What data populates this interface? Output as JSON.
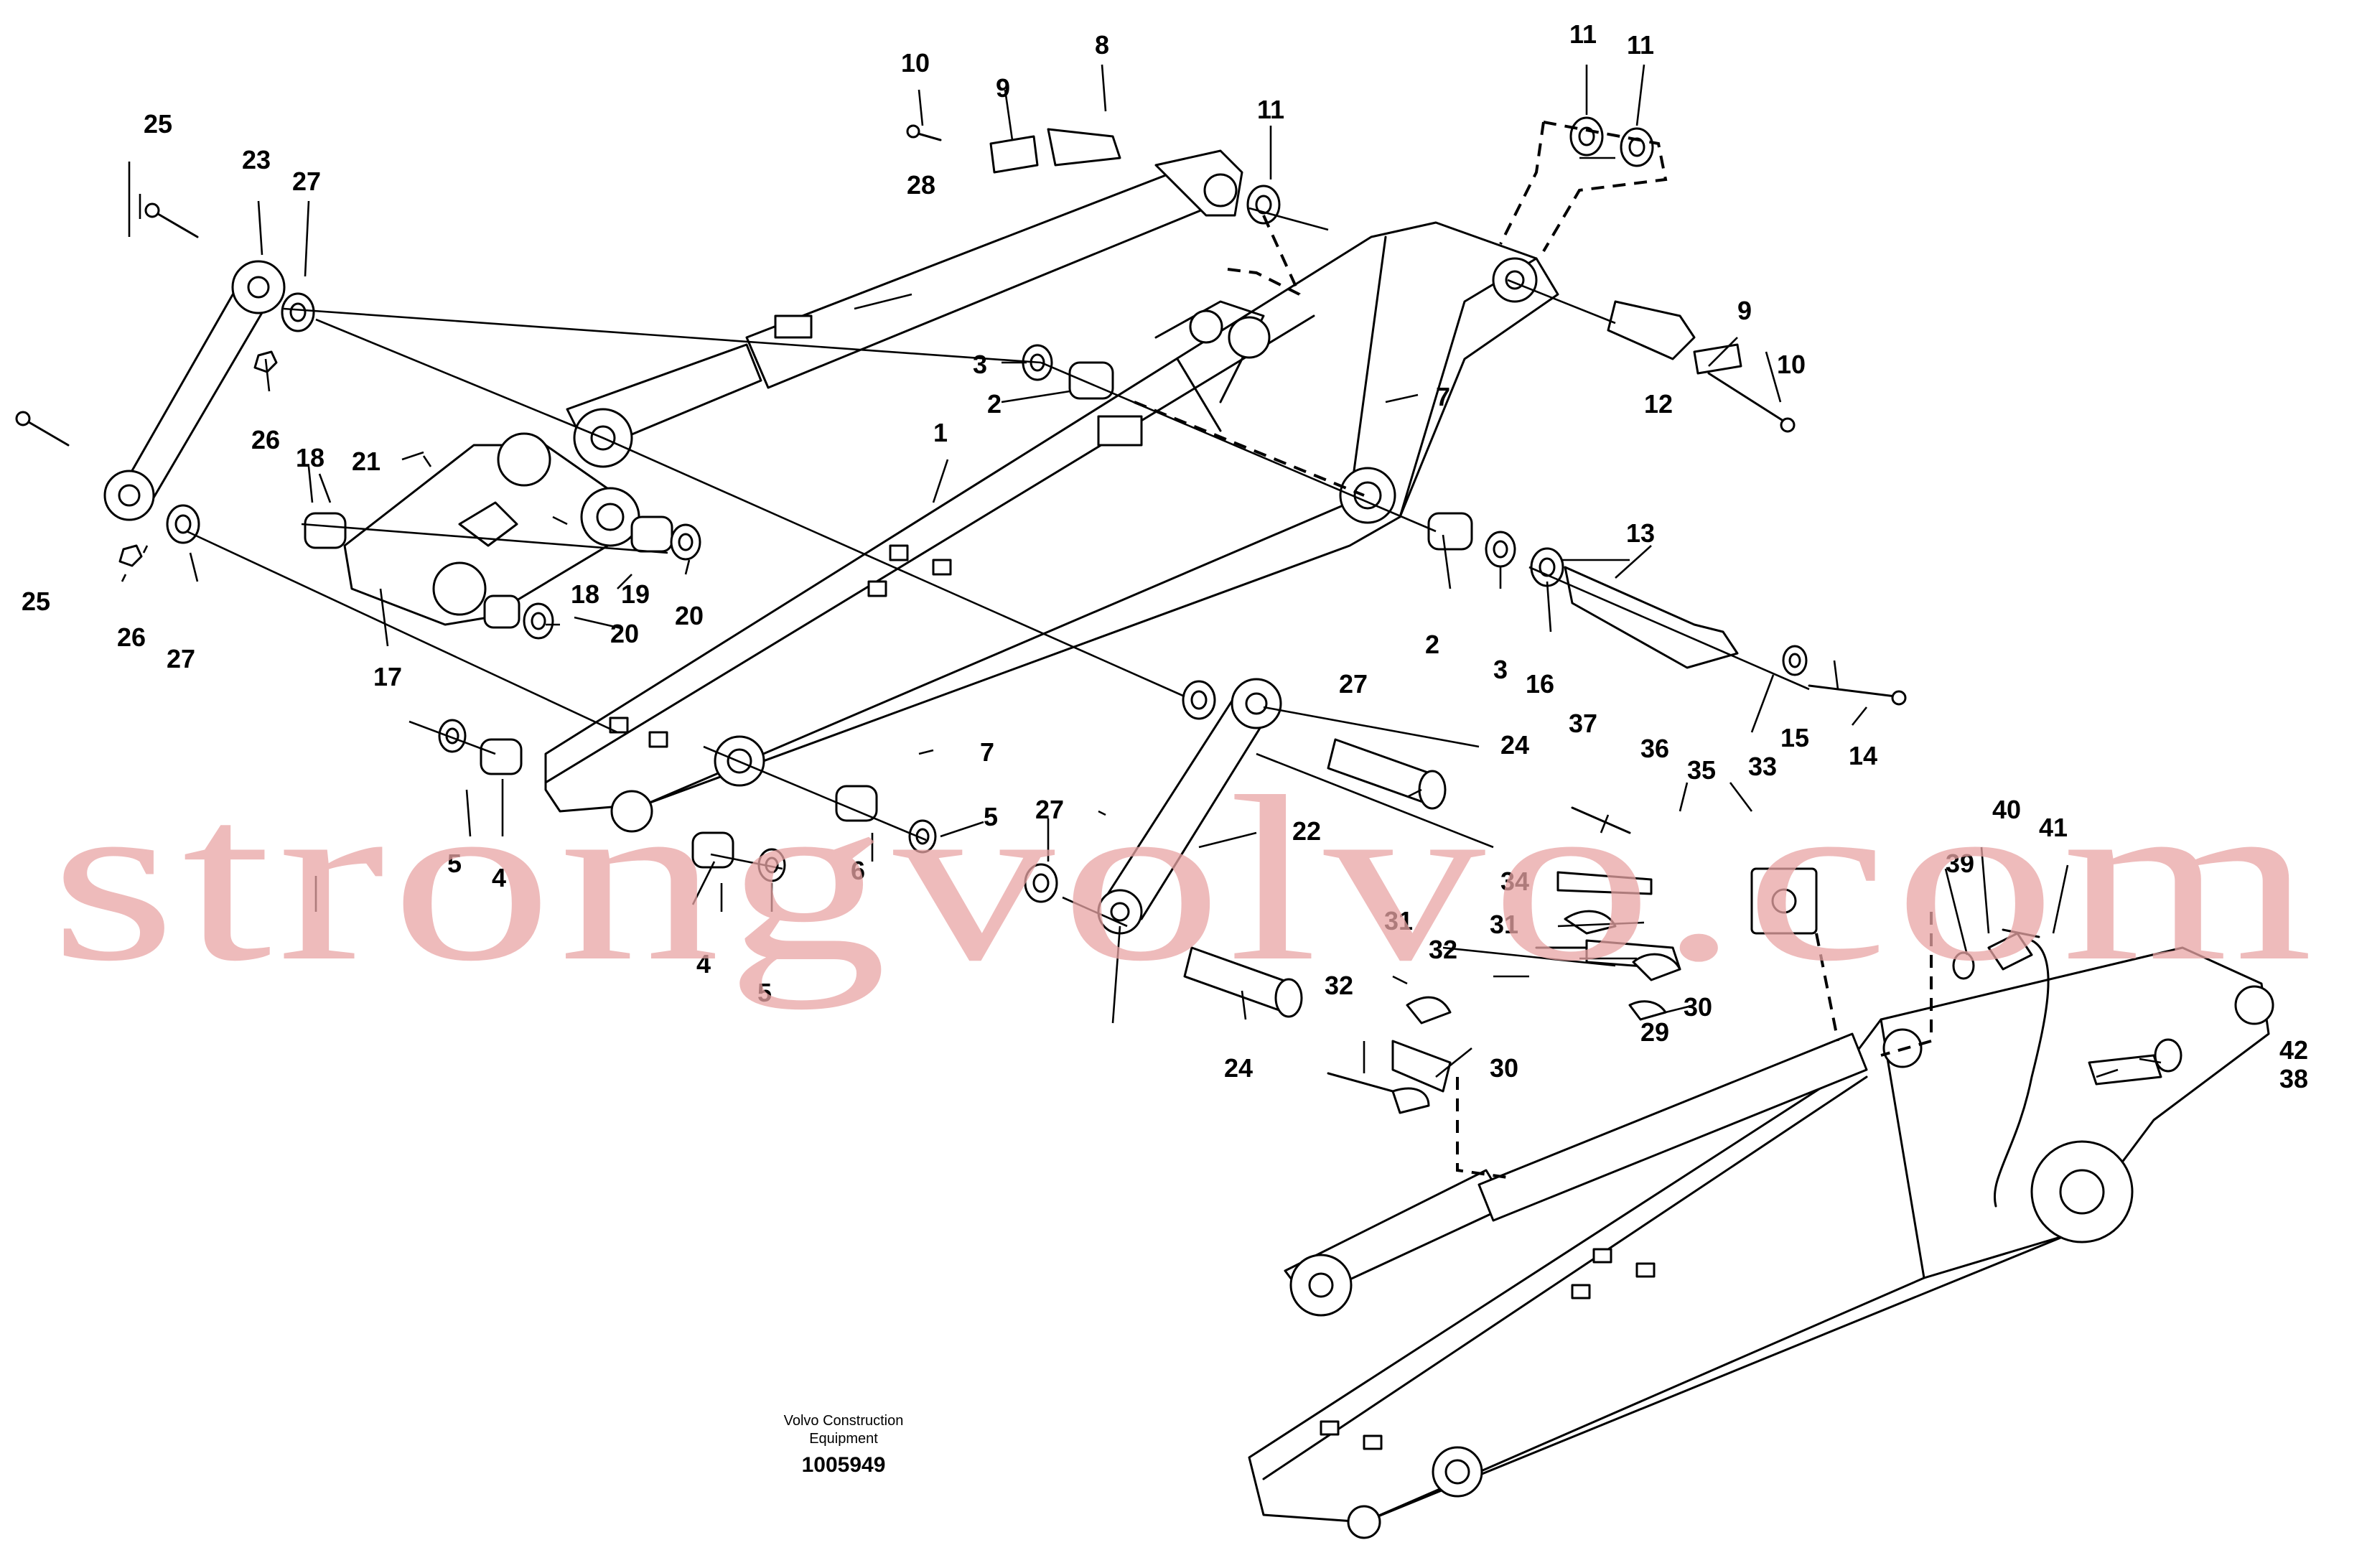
{
  "diagram": {
    "caption_line1": "Volvo Construction",
    "caption_line2": "Equipment",
    "document_number": "1005949",
    "watermark": "strongvolvo.com",
    "callouts": {
      "c1": "1",
      "c2a": "2",
      "c2b": "2",
      "c3a": "3",
      "c3b": "3",
      "c4a": "4",
      "c4b": "4",
      "c5a": "5",
      "c5b": "5",
      "c5c": "5",
      "c6": "6",
      "c7a": "7",
      "c7b": "7",
      "c8": "8",
      "c9a": "9",
      "c9b": "9",
      "c10a": "10",
      "c10b": "10",
      "c11a": "11",
      "c11b": "11",
      "c11c": "11",
      "c12": "12",
      "c13": "13",
      "c14": "14",
      "c15": "15",
      "c16": "16",
      "c17": "17",
      "c18a": "18",
      "c18b": "18",
      "c19": "19",
      "c20a": "20",
      "c20b": "20",
      "c21": "21",
      "c22": "22",
      "c23": "23",
      "c24a": "24",
      "c24b": "24",
      "c25a": "25",
      "c25b": "25",
      "c26a": "26",
      "c26b": "26",
      "c27a": "27",
      "c27b": "27",
      "c27c": "27",
      "c27d": "27",
      "c28": "28",
      "c29": "29",
      "c30a": "30",
      "c30b": "30",
      "c31a": "31",
      "c31b": "31",
      "c32a": "32",
      "c32b": "32",
      "c33": "33",
      "c34": "34",
      "c35": "35",
      "c36": "36",
      "c37": "37",
      "c38": "38",
      "c39": "39",
      "c40": "40",
      "c41": "41",
      "c42": "42"
    }
  }
}
